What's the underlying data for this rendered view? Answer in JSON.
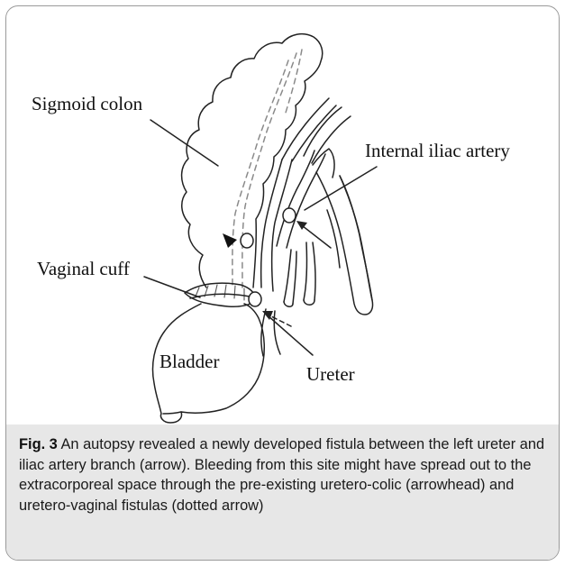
{
  "labels": {
    "sigmoid_colon": "Sigmoid colon",
    "internal_iliac_artery": "Internal iliac artery",
    "vaginal_cuff": "Vaginal cuff",
    "bladder": "Bladder",
    "ureter": "Ureter"
  },
  "caption": {
    "figure_number": "Fig. 3",
    "text": "An autopsy revealed a newly developed fistula between the left ureter and iliac artery branch (arrow). Bleeding from this site might have spread out to the extracorporeal space through the pre-existing uretero-colic (arrowhead) and uretero-vaginal fistulas (dotted arrow)"
  }
}
